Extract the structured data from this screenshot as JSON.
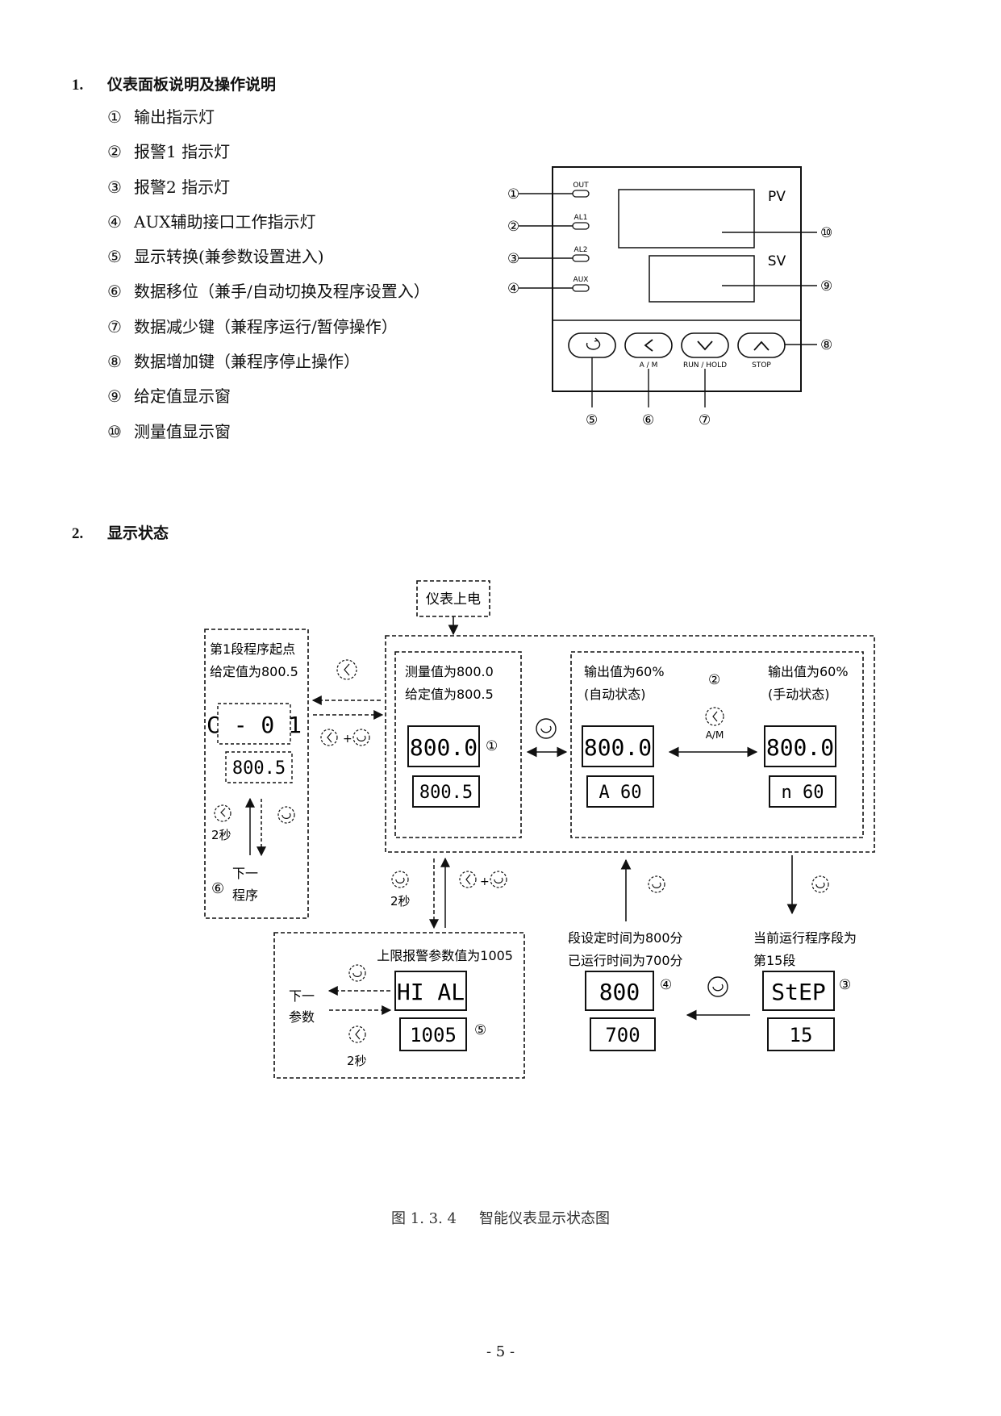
{
  "section1": {
    "number": "1.",
    "title": "仪表面板说明及操作说明"
  },
  "legend": [
    {
      "marker": "①",
      "text": "输出指示灯"
    },
    {
      "marker": "②",
      "text": "报警1  指示灯"
    },
    {
      "marker": "③",
      "text": "报警2  指示灯"
    },
    {
      "marker": "④",
      "text": "AUX辅助接口工作指示灯"
    },
    {
      "marker": "⑤",
      "text": "显示转换(兼参数设置进入)"
    },
    {
      "marker": "⑥",
      "text": "数据移位（兼手/自动切换及程序设置入）"
    },
    {
      "marker": "⑦",
      "text": "数据减少键（兼程序运行/暂停操作）"
    },
    {
      "marker": "⑧",
      "text": "数据增加键（兼程序停止操作）"
    },
    {
      "marker": "⑨",
      "text": "给定值显示窗"
    },
    {
      "marker": "⑩",
      "text": "测量值显示窗"
    }
  ],
  "panel": {
    "indicators": [
      "OUT",
      "AL1",
      "AL2",
      "AUX"
    ],
    "pv_label": "PV",
    "sv_label": "SV",
    "key_labels": [
      "A / M",
      "RUN / HOLD",
      "STOP"
    ],
    "left_markers": [
      "①",
      "②",
      "③",
      "④"
    ],
    "right_markers": [
      "⑩",
      "⑨",
      "⑧"
    ],
    "bottom_markers": [
      "⑤",
      "⑥",
      "⑦"
    ]
  },
  "section2": {
    "number": "2.",
    "title": "显示状态"
  },
  "flow": {
    "power_on": "仪表上电",
    "seg_start_line1": "第1段程序起点",
    "seg_start_line2": "给定值为800.5",
    "seg_disp_top": "C - 0 1",
    "seg_disp_bottom": "800.5",
    "two_sec": "2秒",
    "next_line1": "下一",
    "next_prog": "程序",
    "marker6": "⑥",
    "meas_line1": "测量值为800.0",
    "meas_line2": "给定值为800.5",
    "disp1_top": "800.0",
    "disp1_bottom": "800.5",
    "marker1": "①",
    "out_auto_line1": "输出值为60%",
    "out_auto_line2": "(自动状态)",
    "marker2": "②",
    "out_man_line1": "输出值为60%",
    "out_man_line2": "(手动状态)",
    "disp2_top": "800.0",
    "disp2_bottom": "A  60",
    "disp3_top": "800.0",
    "disp3_bottom": "n  60",
    "am_label": "A/M",
    "plus": "+",
    "alarm_label": "上限报警参数值为1005",
    "alarm_disp_top": "HI AL",
    "alarm_disp_bottom": "1005",
    "marker5": "⑤",
    "next_param_line1": "下一",
    "next_param_line2": "参数",
    "seg_time_line1": "段设定时间为800分",
    "seg_time_line2": "已运行时间为700分",
    "time_disp_top": "800",
    "time_disp_bottom": "700",
    "marker4": "④",
    "step_line1": "当前运行程序段为",
    "step_line2": "第15段",
    "step_disp_top": "StEP",
    "step_disp_bottom": "15",
    "marker3": "③"
  },
  "caption": {
    "number": "图 1. 3. 4",
    "text": "智能仪表显示状态图"
  },
  "page_number": "- 5 -"
}
